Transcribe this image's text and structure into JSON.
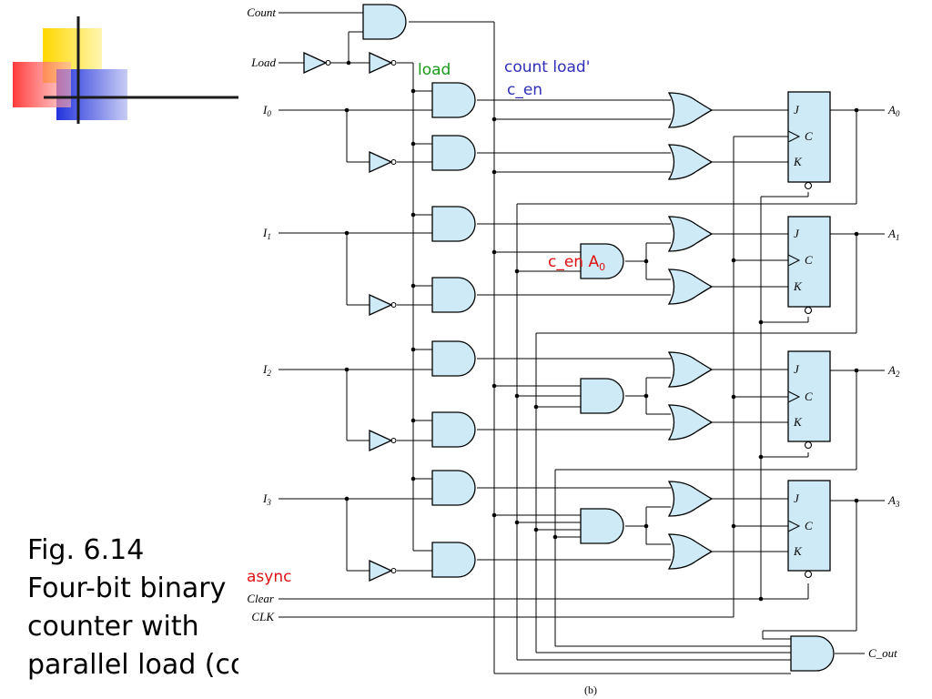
{
  "caption": {
    "line1": "Fig. 6.14",
    "line2": "Four-bit binary",
    "line3": "counter with",
    "line4": "parallel load (co"
  },
  "inputs": {
    "count": "Count",
    "load": "Load",
    "i_letter": "I",
    "i0": "0",
    "i1": "1",
    "i2": "2",
    "i3": "3",
    "clear": "Clear",
    "clk": "CLK"
  },
  "outputs": {
    "a_letter": "A",
    "a0": "0",
    "a1": "1",
    "a2": "2",
    "a3": "3",
    "cout": "C_out"
  },
  "flipflop_pins": {
    "j": "J",
    "c": "C",
    "k": "K"
  },
  "annotations": {
    "load": "load",
    "count_load": "count load'",
    "c_en": "c_en",
    "c_en_a0": "c_en A",
    "c_en_a0_sub": "0",
    "async": "async"
  },
  "figure_label": "(b)",
  "colors": {
    "gate_fill": "#cdeaf6",
    "annotation_green": "#1a9a1a",
    "annotation_blue": "#2e2eb8",
    "annotation_red": "#e01010",
    "deco_yellow": "#ffd700",
    "deco_red": "#ff4040",
    "deco_blue": "#2233dd"
  }
}
